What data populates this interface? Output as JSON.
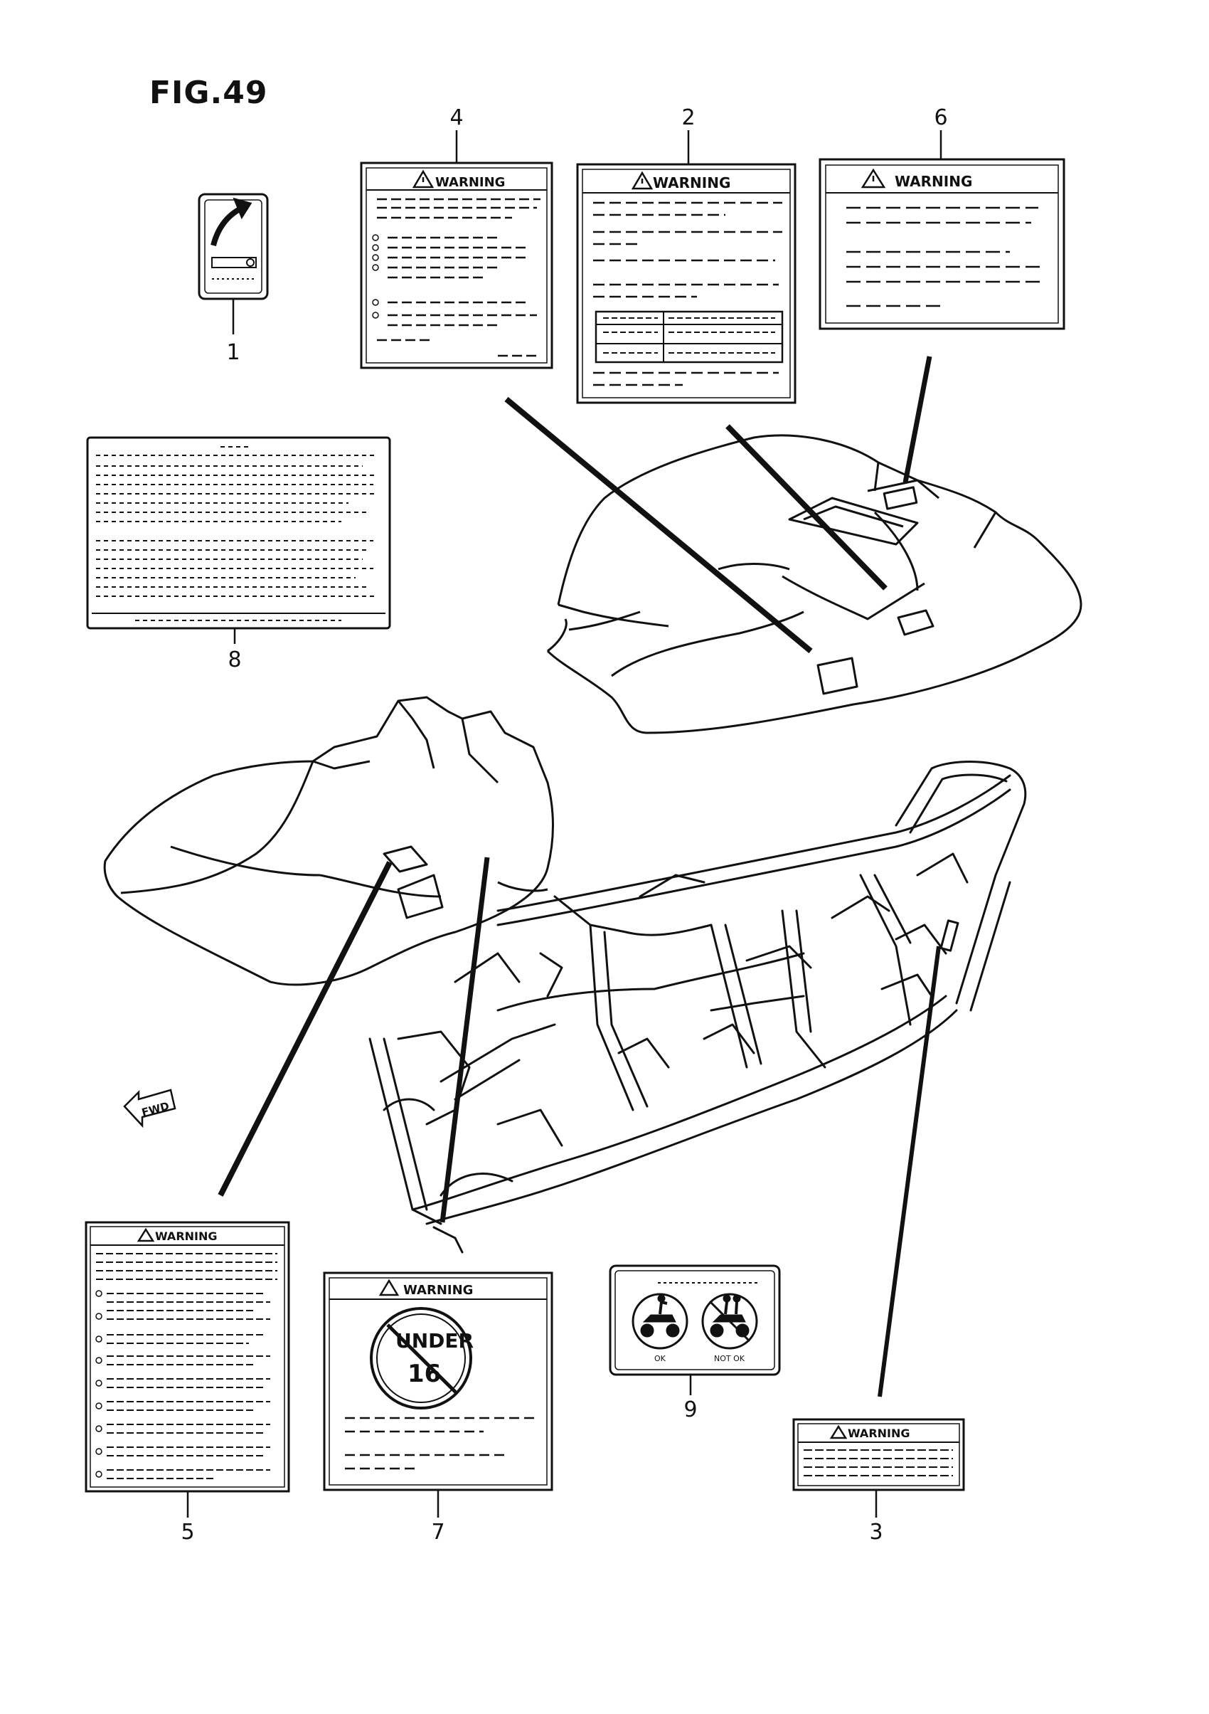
{
  "figure": {
    "title": "FIG.49"
  },
  "callouts": [
    "1",
    "2",
    "3",
    "4",
    "5",
    "6",
    "7",
    "8",
    "9"
  ],
  "labels": {
    "warning": "WARNING",
    "under": "UNDER",
    "age": "16",
    "ok": "OK",
    "not_ok": "NOT OK",
    "fwd": "FWD"
  },
  "icons": {
    "warning_triangle": "warning-triangle-icon",
    "shift_pattern": "shift-arrow-icon",
    "prohibition": "prohibition-circle-icon",
    "passenger": "atv-rider-icon",
    "forward_arrow": "fwd-arrow-icon"
  },
  "colors": {
    "ink": "#111111",
    "paper": "#ffffff"
  }
}
